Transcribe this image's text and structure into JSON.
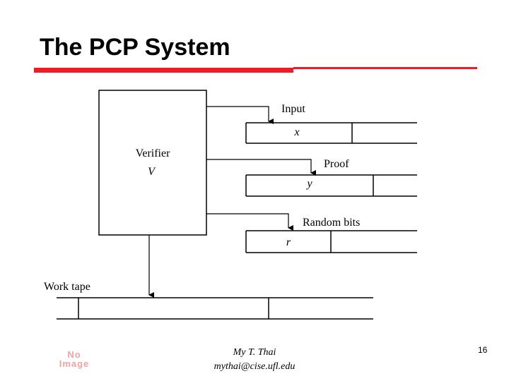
{
  "slide": {
    "title": "The PCP System",
    "page_number": "16",
    "placeholder_image_text": "No Image"
  },
  "footer": {
    "author": "My T. Thai",
    "email": "mythai@cise.ufl.edu"
  },
  "diagram": {
    "verifier_label": "Verifier",
    "verifier_symbol": "V",
    "work_tape_label": "Work tape",
    "tapes": [
      {
        "label": "Input",
        "symbol": "x"
      },
      {
        "label": "Proof",
        "symbol": "y"
      },
      {
        "label": "Random bits",
        "symbol": "r"
      }
    ]
  },
  "colors": {
    "accent": "#ee1c24",
    "text": "#000000",
    "placeholder": "#f2a3a3"
  }
}
